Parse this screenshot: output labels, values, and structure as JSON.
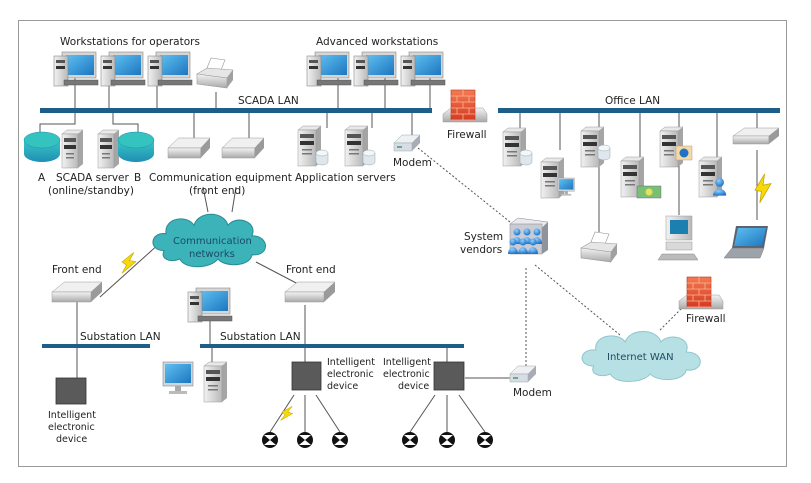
{
  "diagram": {
    "title": "SCADA network architecture",
    "buses": [
      {
        "id": "scada-lan",
        "label": "SCADA LAN"
      },
      {
        "id": "office-lan",
        "label": "Office LAN"
      },
      {
        "id": "substation-lan-1",
        "label": "Substation LAN"
      },
      {
        "id": "substation-lan-2",
        "label": "Substation LAN"
      }
    ],
    "groups": {
      "operators": "Workstations for operators",
      "advanced": "Advanced workstations"
    },
    "labels": {
      "server_a": "A",
      "server_b": "B",
      "scada_server_1": "SCADA server",
      "scada_server_2": "(online/standby)",
      "comm_equipment_1": "Communication equipment",
      "comm_equipment_2": "(front end)",
      "app_servers": "Application servers",
      "modem_top": "Modem",
      "firewall_top": "Firewall",
      "comm_networks_1": "Communication",
      "comm_networks_2": "networks",
      "front_end_left": "Front end",
      "front_end_right": "Front end",
      "system_vendors_1": "System",
      "system_vendors_2": "vendors",
      "internet_wan": "Internet WAN",
      "firewall_bottom": "Firewall",
      "modem_bottom": "Modem",
      "ied_left_1": "Intelligent",
      "ied_left_2": "electronic",
      "ied_left_3": "device",
      "ied_mid_1": "Intelligent",
      "ied_mid_2": "electronic",
      "ied_mid_3": "device",
      "ied_right_1": "Intelligent",
      "ied_right_2": "electronic",
      "ied_right_3": "device"
    },
    "colors": {
      "bus": "#1e5f8a",
      "cloud_comm": "#3bb3b8",
      "cloud_wan": "#b7e0e4",
      "firewall": "#e8553a",
      "disk": "#2fb5b9",
      "ied": "#5a5a5a",
      "screen": "#2a8fd6"
    },
    "nodes": {
      "operator_workstations": 3,
      "advanced_workstations": 3,
      "office_servers": 7,
      "sensors": 6
    }
  }
}
